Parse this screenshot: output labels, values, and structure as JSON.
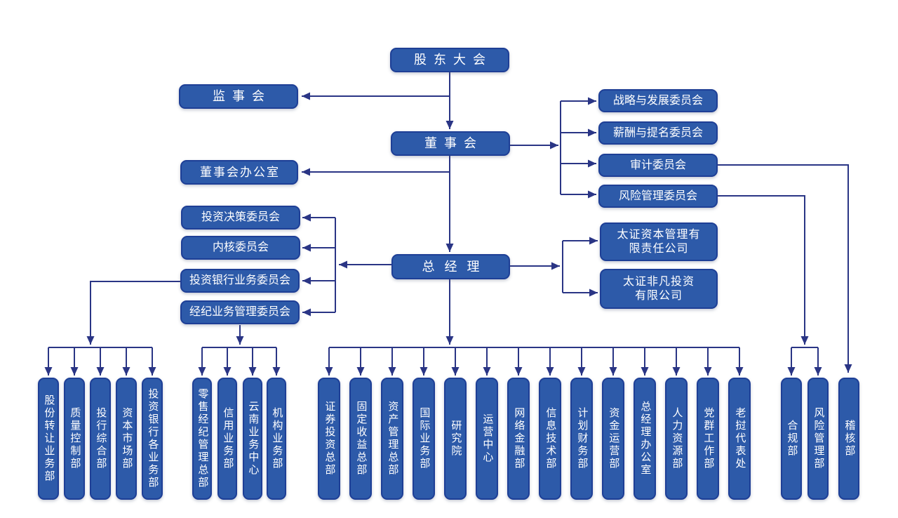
{
  "colors": {
    "background": "#ffffff",
    "node_fill": "#2d5aa9",
    "node_border": "#1e3f96",
    "connector": "#2a3585",
    "node_text": "#ffffff"
  },
  "nodes": {
    "shareholders_meeting": "股东大会",
    "supervisory_board": "监事会",
    "board_of_directors": "董事会",
    "board_office": "董事会办公室",
    "general_manager": "总经理"
  },
  "board_committees": [
    "战略与发展委员会",
    "薪酬与提名委员会",
    "审计委员会",
    "风险管理委员会"
  ],
  "gm_committees": [
    "投资决策委员会",
    "内核委员会",
    "投资银行业务委员会",
    "经纪业务管理委员会"
  ],
  "subsidiaries": [
    "太证资本管理有\n限责任公司",
    "太证非凡投资\n有限公司"
  ],
  "departments": {
    "investment_banking": [
      "股份转让业务部",
      "质量控制部",
      "投行综合部",
      "资本市场部",
      "投资银行各业务部"
    ],
    "brokerage": [
      "零售经纪管理总部",
      "信用业务部",
      "云南业务中心",
      "机构业务部"
    ],
    "general_manager": [
      "证券投资总部",
      "固定收益总部",
      "资产管理总部",
      "国际业务部",
      "研究院",
      "运营中心",
      "网络金融部",
      "信息技术部",
      "计划财务部",
      "资金运营部",
      "总经理办公室",
      "人力资源部",
      "党群工作部",
      "老挝代表处"
    ],
    "risk_compliance": [
      "合规部",
      "风险管理部"
    ],
    "audit": [
      "稽核部"
    ]
  }
}
